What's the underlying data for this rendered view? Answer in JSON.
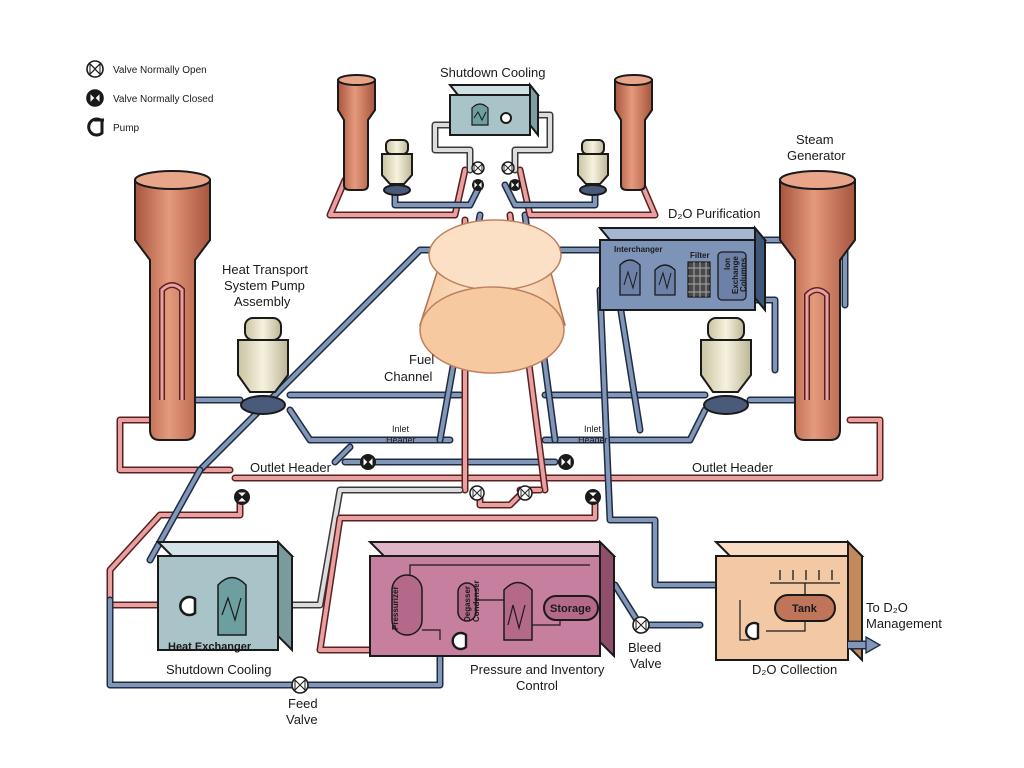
{
  "legend": {
    "valve_open": "Valve Normally Open",
    "valve_closed": "Valve Normally Closed",
    "pump": "Pump"
  },
  "labels": {
    "shutdown_cooling_top": "Shutdown Cooling",
    "steam_generator_1": "Steam",
    "steam_generator_2": "Generator",
    "d2o_purification": "D₂O Purification",
    "interchanger": "Interchanger",
    "filter": "Filter",
    "ion_exchange_1": "Ion",
    "ion_exchange_2": "Exchange",
    "ion_exchange_3": "Columns",
    "htsp_1": "Heat Transport",
    "htsp_2": "System Pump",
    "htsp_3": "Assembly",
    "fuel_channel_1": "Fuel",
    "fuel_channel_2": "Channel",
    "inlet_header_left_1": "Inlet",
    "inlet_header_left_2": "Header",
    "inlet_header_right_1": "Inlet",
    "inlet_header_right_2": "Header",
    "outlet_header_left": "Outlet Header",
    "outlet_header_right": "Outlet Header",
    "heat_exchanger": "Heat Exchanger",
    "shutdown_cooling_bottom": "Shutdown Cooling",
    "pressurizer": "Pressurizer",
    "degasser_condenser_1": "Degasser",
    "degasser_condenser_2": "Condenser",
    "storage": "Storage",
    "pic_1": "Pressure and Inventory",
    "pic_2": "Control",
    "bleed_valve_1": "Bleed",
    "bleed_valve_2": "Valve",
    "feed_valve_1": "Feed",
    "feed_valve_2": "Valve",
    "tank": "Tank",
    "d2o_collection": "D₂O Collection",
    "to_d2o_1": "To D₂O",
    "to_d2o_2": "Management"
  },
  "colors": {
    "hot_pipe": "#e8a0a0",
    "cold_pipe": "#8296b8",
    "steam_generator": "#c8745a",
    "shutdown_box": "#a9c4c8",
    "purification_box": "#7e93b8",
    "pic_box": "#c77fa0",
    "collection_box": "#f2c9a4"
  }
}
